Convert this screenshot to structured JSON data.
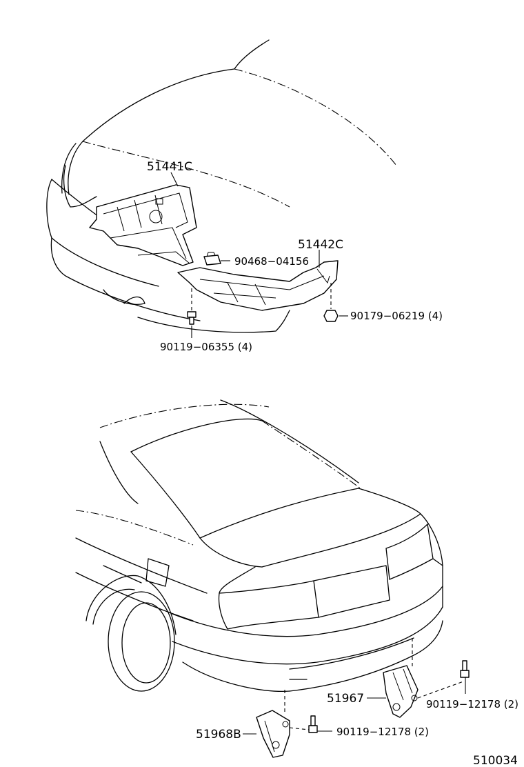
{
  "diagram": {
    "figure_number": "510034",
    "front_section": {
      "parts": [
        {
          "id": "p51441c",
          "label": "51441C"
        },
        {
          "id": "p51442c",
          "label": "51442C"
        },
        {
          "id": "p90468",
          "label": "90468−04156"
        },
        {
          "id": "p90179",
          "label": "90179−06219 (4)"
        },
        {
          "id": "p90119a",
          "label": "90119−06355 (4)"
        }
      ]
    },
    "rear_section": {
      "parts": [
        {
          "id": "p51967",
          "label": "51967"
        },
        {
          "id": "p90119b",
          "label": "90119−12178 (2)"
        },
        {
          "id": "p51968b",
          "label": "51968B"
        },
        {
          "id": "p90119c",
          "label": "90119−12178 (2)"
        }
      ]
    }
  }
}
